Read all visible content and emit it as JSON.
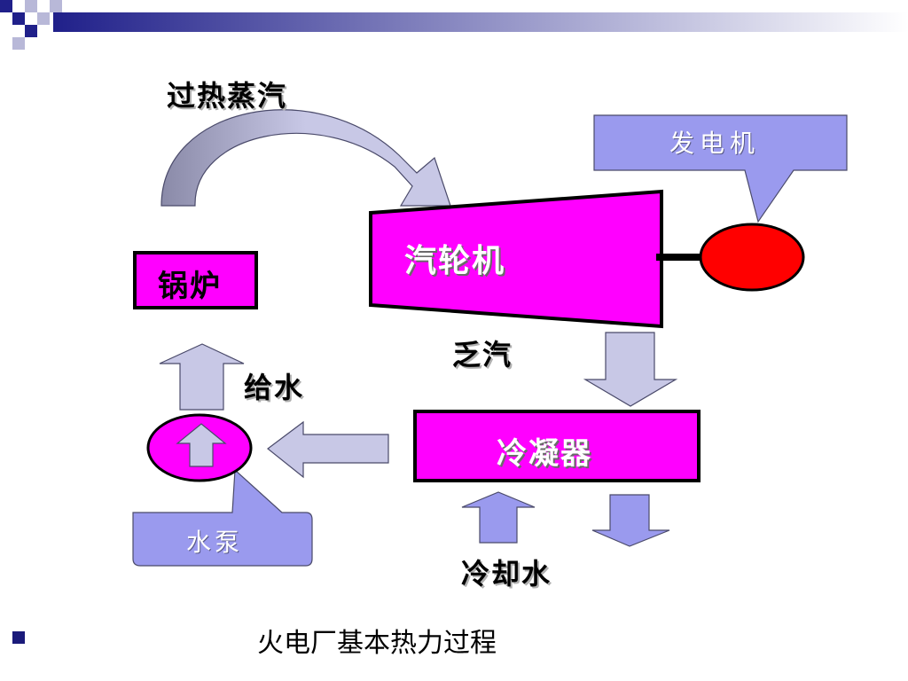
{
  "labels": {
    "superheated_steam": "过热蒸汽",
    "generator": "发电机",
    "turbine": "汽轮机",
    "boiler": "锅炉",
    "exhaust_steam": "乏汽",
    "feed_water": "给水",
    "condenser": "冷凝器",
    "pump": "水泵",
    "cooling_water": "冷却水"
  },
  "caption": "火电厂基本热力过程",
  "colors": {
    "magenta": "#ff00ff",
    "red": "#ff0000",
    "arrow_fill": "#c8c8e6",
    "arrow_dark": "#9a9ab8",
    "callout": "#9a9aee",
    "blue_arrow": "#9a9aee",
    "title_bar": "#20208a"
  }
}
